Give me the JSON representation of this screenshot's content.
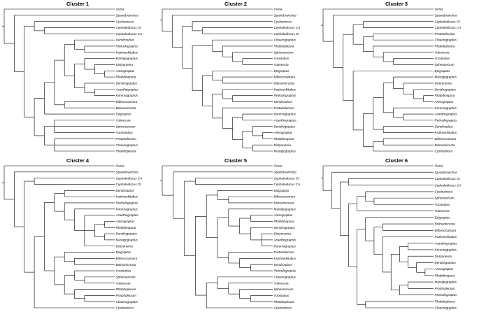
{
  "panels": [
    {
      "title": "Cluster 1",
      "tree": [
        "Oesia",
        [
          "Spartobranchus",
          [
            [
              "Cysticamera",
              [
                "Cephalodiscus OI",
                "Cephalodiscus CA"
              ]
            ],
            [
              [
                [
                  [
                    [
                      "Dendrotubus",
                      [
                        "Reticulograptus",
                        "Kozlowskitubus"
                      ]
                    ],
                    [
                      [
                        "Mastigograptus",
                        [
                          "Dictyonema",
                          [
                            "Anisograptus",
                            "Rhabdinopora"
                          ]
                        ]
                      ],
                      [
                        "Dendrograptus",
                        [
                          "Acanthograptus",
                          "Koremagraptus"
                        ]
                      ]
                    ]
                  ],
                  [
                    "Bithecocamara",
                    "Bulmanicrusta"
                  ]
                ],
                "Epigraptus"
              ],
              [
                [
                  "Yuknessia",
                  "Sphenoecium",
                  "Yunnotubus"
                ],
                [
                  "Protohalecium",
                  "Chaunograptus",
                  "Rhabdopleura"
                ]
              ]
            ]
          ]
        ]
      ]
    },
    {
      "title": "Cluster 2",
      "tree": [
        "Oesia",
        [
          "Spartobranchus",
          [
            [
              "Cysticamera",
              [
                "Cephalodiscus CA",
                "Cephalodiscus OI"
              ]
            ],
            [
              [
                [
                  "Chaunograptus",
                  [
                    "Rhabdopleura",
                    [
                      "Sphenoecium",
                      [
                        "Yunotubus",
                        "Yuknessia"
                      ]
                    ]
                  ]
                ]
              ],
              [
                [
                  "Epigraptus",
                  [
                    "Bithecocamara",
                    "Bulmanicrusta"
                  ]
                ],
                [
                  [
                    "Kozlowskitubus",
                    [
                      "Reticulograptus",
                      "Dendrotubus"
                    ]
                  ],
                  [
                    "Protohalecium",
                    [
                      [
                        "Koremagraptus",
                        "Acanthograptus"
                      ],
                      [
                        [
                          "Dendrograptus",
                          [
                            "Anisograptus",
                            "Rhabdinopora"
                          ]
                        ],
                        [
                          "Dictyonema",
                          "Mastigograptus"
                        ]
                      ]
                    ]
                  ]
                ]
              ]
            ]
          ]
        ]
      ]
    },
    {
      "title": "Cluster 3",
      "tree": [
        "Oesia",
        [
          "Spartobranchus",
          [
            [
              [
                "Cephalodiscus OI",
                "Cephalodiscus CA"
              ],
              [
                [
                  "Protohalecium",
                  "Chaunograptus"
                ],
                [
                  "Rhabdopleura",
                  [
                    "Yuknessia",
                    [
                      "Yunotubus",
                      "Sphenoecium"
                    ]
                  ]
                ]
              ]
            ],
            [
              "Epigraptus",
              [
                [
                  [
                    [
                      "Mastigograptus",
                      [
                        "Dictyonema",
                        [
                          "Dendrograptus",
                          [
                            "Rhabdinopora",
                            "Anisograptus"
                          ]
                        ]
                      ]
                    ],
                    [
                      "Koremagraptus",
                      [
                        "Acanthograptus",
                        "Reticulograptus"
                      ]
                    ]
                  ],
                  [
                    "Dendrotubus",
                    "Kozlowskitubus"
                  ]
                ],
                [
                  [
                    "Bithecocamara",
                    "Bulmanicrusta"
                  ],
                  "Cysticamera"
                ]
              ]
            ]
          ]
        ]
      ]
    },
    {
      "title": "Cluster 4",
      "tree": [
        "Oesia",
        [
          "Spartobranchus",
          [
            [
              "Cephalodiscus CA",
              "Cephalodiscus OI"
            ],
            [
              [
                [
                  [
                    "Dendrotubus",
                    "Kozlowskitubus"
                  ],
                  [
                    "Reticulograptus",
                    [
                      "Koremagraptus",
                      [
                        "Acanthograptus",
                        [
                          [
                            "Anisograptus",
                            "Rhabdinopora"
                          ],
                          [
                            "Dendrograptus",
                            "Mastigograptus"
                          ]
                        ],
                        "Dictyonema"
                      ]
                    ]
                  ]
                ],
                [
                  [
                    "Epigraptus",
                    [
                      "Bithecocamara",
                      "Bulmanicrusta"
                    ]
                  ],
                  [
                    [
                      "Yunotubus",
                      [
                        "Sphenoecium",
                        "Yuknessia"
                      ]
                    ],
                    [
                      "Rhabdopleura",
                      [
                        "Protohalecium",
                        "Chaunograptus"
                      ]
                    ]
                  ]
                ]
              ],
              "Cysticamera"
            ]
          ]
        ]
      ]
    },
    {
      "title": "Cluster 5",
      "tree": [
        "Oesia",
        [
          "Spartobranchus",
          [
            [
              "Cephalodiscus OI",
              "Cephalodiscus CA"
            ],
            [
              [
                [
                  "Epigraptus",
                  [
                    "Bithecocamara",
                    "Bulmanicrusta"
                  ]
                ],
                [
                  [
                    "Mastigograptus",
                    [
                      [
                        "Anisograptus",
                        "Rhabdinopora"
                      ],
                      [
                        "Dendrograptus",
                        [
                          "Dictyonema",
                          "Acanthograptus",
                          "Koremagraptus"
                        ]
                      ]
                    ]
                  ],
                  [
                    "Protohalecium",
                    [
                      "Kozlowskitubus",
                      [
                        "Dendrotubus",
                        "Reticulograptus"
                      ]
                    ]
                  ]
                ]
              ],
              [
                [
                  "Chaunograptus",
                  [
                    "Yuknessia",
                    [
                      "Sphenoecium",
                      [
                        "Yunotubus",
                        "Rhabdopleura"
                      ]
                    ]
                  ]
                ],
                "Cysticamera"
              ]
            ]
          ]
        ]
      ]
    },
    {
      "title": "Cluster 6",
      "tree": [
        "Oesia",
        [
          "Spartobranchus",
          [
            [
              "Cephalodiscus OI",
              "Cephalodiscus CA"
            ],
            [
              [
                [
                  "Cysticamera",
                  [
                    "Sphenoecium",
                    "Yunotubus"
                  ]
                ],
                "Yuknessia"
              ],
              [
                [
                  "Epigraptus",
                  [
                    [
                      "Bulmanicrusta",
                      "Bithecocamara"
                    ],
                    [
                      "Kozlowskitubus",
                      [
                        [
                          [
                            "Acanthograptus",
                            "Koremagraptus"
                          ],
                          [
                            "Dictyonema",
                            [
                              "Dendrograptus",
                              [
                                "Anisograptus",
                                "Rhabdinopora"
                              ]
                            ]
                          ]
                        ],
                        [
                          [
                            "Mastigograptus",
                            "Protohalecium"
                          ],
                          "Reticulograptus"
                        ]
                      ]
                    ]
                  ]
                ],
                [
                  "Rhabdopleura",
                  "Chaunograptus"
                ]
              ]
            ]
          ]
        ]
      ]
    }
  ]
}
